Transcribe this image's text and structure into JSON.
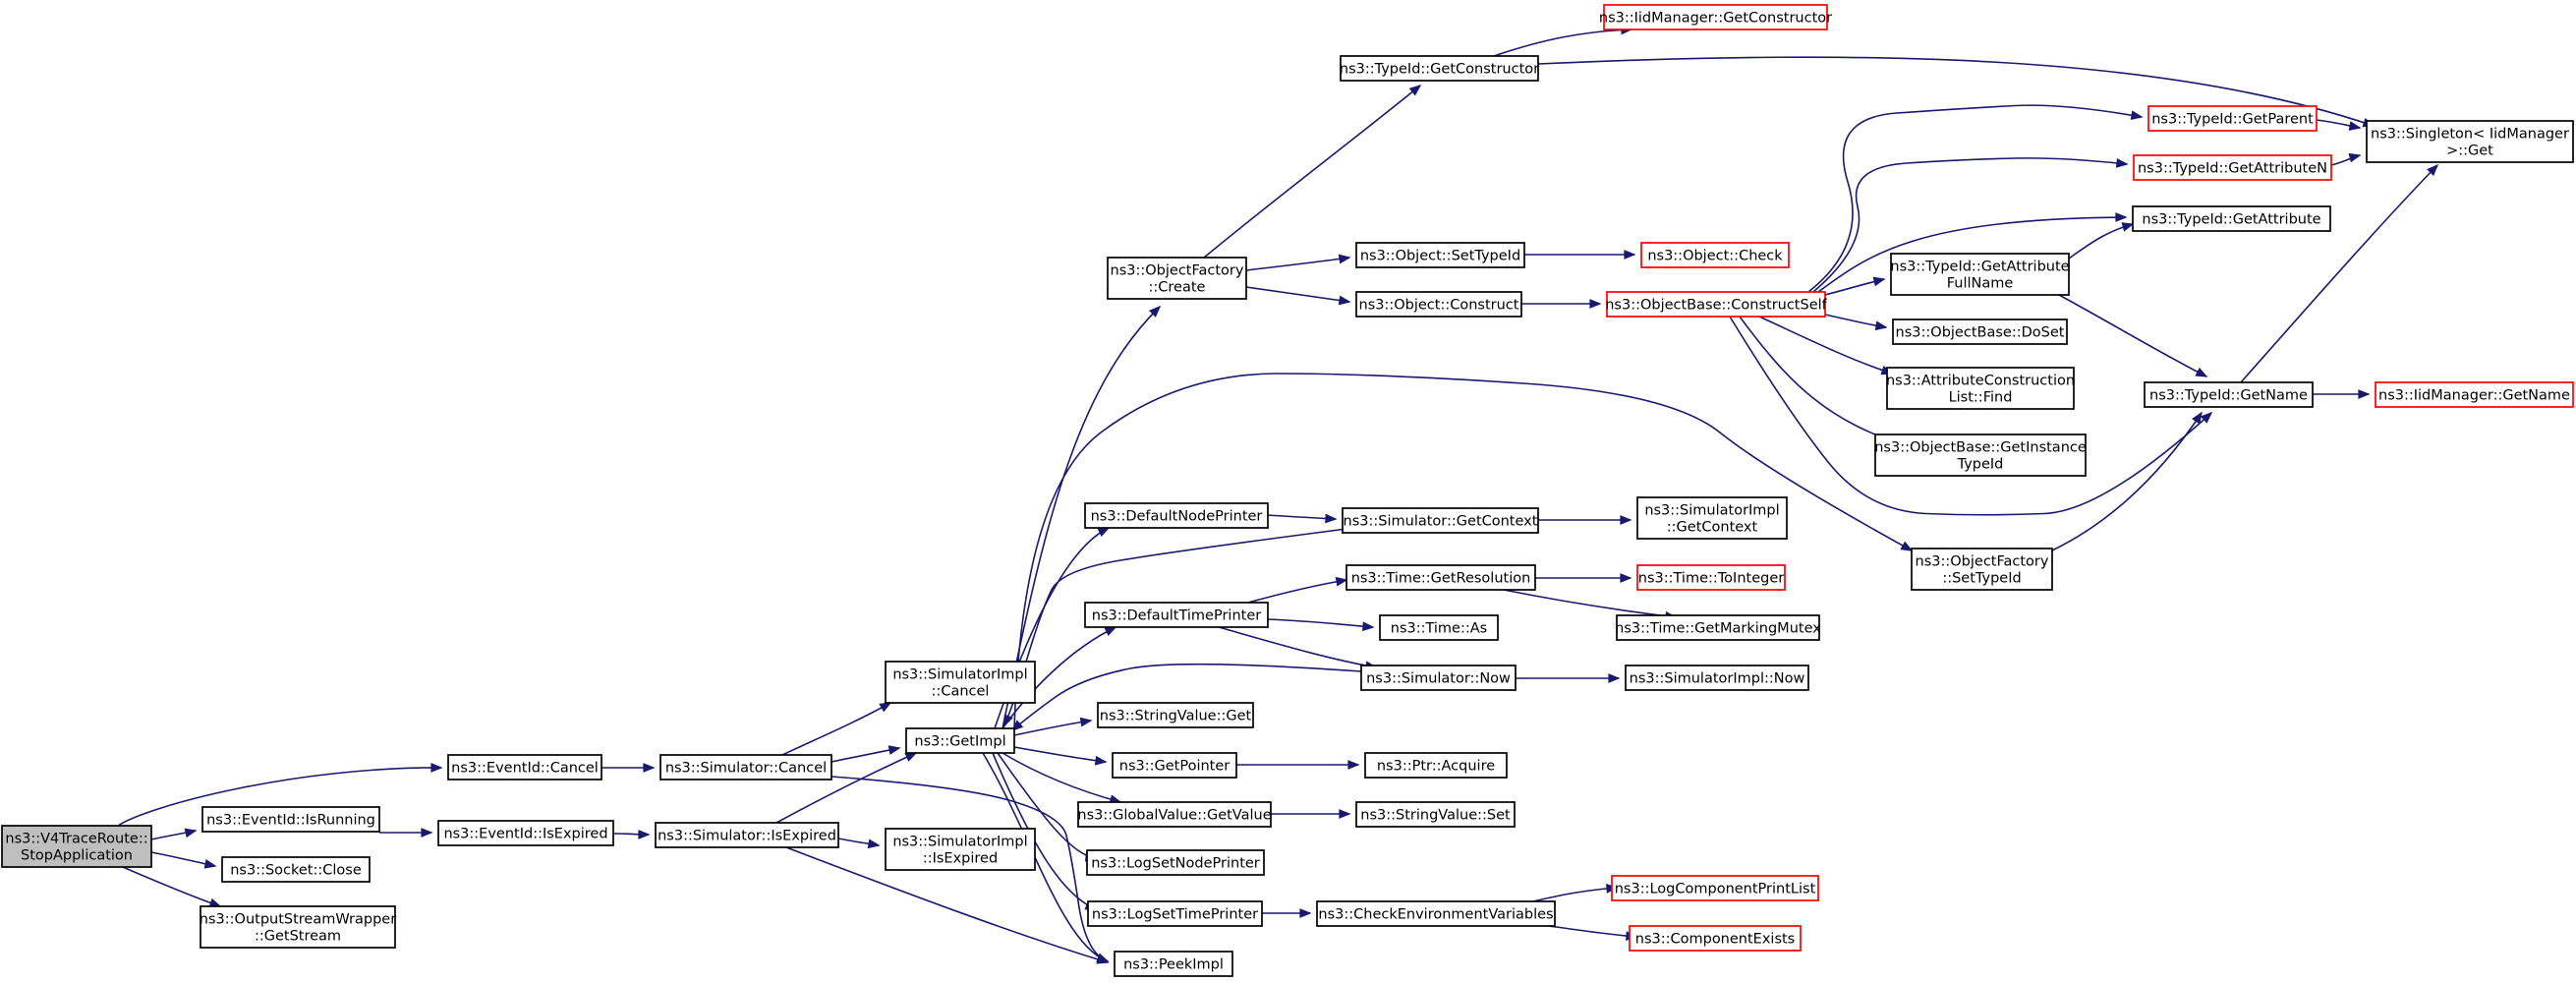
{
  "diagram": {
    "nodes": [
      {
        "id": "root",
        "lines": [
          "ns3::V4TraceRoute::",
          "StopApplication"
        ],
        "style": "root"
      },
      {
        "id": "eventid_cancel",
        "lines": [
          "ns3::EventId::Cancel"
        ],
        "style": "normal"
      },
      {
        "id": "eventid_isrunning",
        "lines": [
          "ns3::EventId::IsRunning"
        ],
        "style": "normal"
      },
      {
        "id": "socket_close",
        "lines": [
          "ns3::Socket::Close"
        ],
        "style": "normal"
      },
      {
        "id": "osw_getstream",
        "lines": [
          "ns3::OutputStreamWrapper",
          "::GetStream"
        ],
        "style": "normal"
      },
      {
        "id": "sim_cancel",
        "lines": [
          "ns3::Simulator::Cancel"
        ],
        "style": "normal"
      },
      {
        "id": "eventid_isexpired",
        "lines": [
          "ns3::EventId::IsExpired"
        ],
        "style": "normal"
      },
      {
        "id": "sim_isexpired",
        "lines": [
          "ns3::Simulator::IsExpired"
        ],
        "style": "normal"
      },
      {
        "id": "simimpl_cancel",
        "lines": [
          "ns3::SimulatorImpl",
          "::Cancel"
        ],
        "style": "normal"
      },
      {
        "id": "getimpl",
        "lines": [
          "ns3::GetImpl"
        ],
        "style": "normal"
      },
      {
        "id": "simimpl_isexpired",
        "lines": [
          "ns3::SimulatorImpl",
          "::IsExpired"
        ],
        "style": "normal"
      },
      {
        "id": "peekimpl",
        "lines": [
          "ns3::PeekImpl"
        ],
        "style": "normal"
      },
      {
        "id": "of_create",
        "lines": [
          "ns3::ObjectFactory",
          "::Create"
        ],
        "style": "normal"
      },
      {
        "id": "defaultnodeprinter",
        "lines": [
          "ns3::DefaultNodePrinter"
        ],
        "style": "normal"
      },
      {
        "id": "defaulttimeprinter",
        "lines": [
          "ns3::DefaultTimePrinter"
        ],
        "style": "normal"
      },
      {
        "id": "stringvalue_get",
        "lines": [
          "ns3::StringValue::Get"
        ],
        "style": "normal"
      },
      {
        "id": "getpointer",
        "lines": [
          "ns3::GetPointer"
        ],
        "style": "normal"
      },
      {
        "id": "globalvalue_getvalue",
        "lines": [
          "ns3::GlobalValue::GetValue"
        ],
        "style": "normal"
      },
      {
        "id": "logsetnodeprinter",
        "lines": [
          "ns3::LogSetNodePrinter"
        ],
        "style": "normal"
      },
      {
        "id": "logsettimeprinter",
        "lines": [
          "ns3::LogSetTimePrinter"
        ],
        "style": "normal"
      },
      {
        "id": "typeid_getconstructor",
        "lines": [
          "ns3::TypeId::GetConstructor"
        ],
        "style": "normal"
      },
      {
        "id": "object_settypeid",
        "lines": [
          "ns3::Object::SetTypeId"
        ],
        "style": "normal"
      },
      {
        "id": "object_construct",
        "lines": [
          "ns3::Object::Construct"
        ],
        "style": "normal"
      },
      {
        "id": "sim_getcontext",
        "lines": [
          "ns3::Simulator::GetContext"
        ],
        "style": "normal"
      },
      {
        "id": "time_getresolution",
        "lines": [
          "ns3::Time::GetResolution"
        ],
        "style": "normal"
      },
      {
        "id": "time_as",
        "lines": [
          "ns3::Time::As"
        ],
        "style": "normal"
      },
      {
        "id": "sim_now",
        "lines": [
          "ns3::Simulator::Now"
        ],
        "style": "normal"
      },
      {
        "id": "ptr_acquire",
        "lines": [
          "ns3::Ptr::Acquire"
        ],
        "style": "normal"
      },
      {
        "id": "stringvalue_set",
        "lines": [
          "ns3::StringValue::Set"
        ],
        "style": "normal"
      },
      {
        "id": "checkenvvars",
        "lines": [
          "ns3::CheckEnvironmentVariables"
        ],
        "style": "normal"
      },
      {
        "id": "iidmanager_getconstructor",
        "lines": [
          "ns3::IidManager::GetConstructor"
        ],
        "style": "red"
      },
      {
        "id": "object_check",
        "lines": [
          "ns3::Object::Check"
        ],
        "style": "red"
      },
      {
        "id": "objectbase_constructself",
        "lines": [
          "ns3::ObjectBase::ConstructSelf"
        ],
        "style": "red"
      },
      {
        "id": "simimpl_getcontext",
        "lines": [
          "ns3::SimulatorImpl",
          "::GetContext"
        ],
        "style": "normal"
      },
      {
        "id": "time_tointeger",
        "lines": [
          "ns3::Time::ToInteger"
        ],
        "style": "red"
      },
      {
        "id": "time_getmarkingmutex",
        "lines": [
          "ns3::Time::GetMarkingMutex"
        ],
        "style": "normal"
      },
      {
        "id": "simimpl_now",
        "lines": [
          "ns3::SimulatorImpl::Now"
        ],
        "style": "normal"
      },
      {
        "id": "logcomponentprintlist",
        "lines": [
          "ns3::LogComponentPrintList"
        ],
        "style": "red"
      },
      {
        "id": "componentexists",
        "lines": [
          "ns3::ComponentExists"
        ],
        "style": "red"
      },
      {
        "id": "typeid_getparent",
        "lines": [
          "ns3::TypeId::GetParent"
        ],
        "style": "red"
      },
      {
        "id": "typeid_getattributen",
        "lines": [
          "ns3::TypeId::GetAttributeN"
        ],
        "style": "red"
      },
      {
        "id": "typeid_getattributefullname",
        "lines": [
          "ns3::TypeId::GetAttribute",
          "FullName"
        ],
        "style": "normal"
      },
      {
        "id": "objectbase_doset",
        "lines": [
          "ns3::ObjectBase::DoSet"
        ],
        "style": "normal"
      },
      {
        "id": "attrconstructionlist_find",
        "lines": [
          "ns3::AttributeConstruction",
          "List::Find"
        ],
        "style": "normal"
      },
      {
        "id": "objectbase_getinstancetypeid",
        "lines": [
          "ns3::ObjectBase::GetInstance",
          "TypeId"
        ],
        "style": "normal"
      },
      {
        "id": "of_settypeid",
        "lines": [
          "ns3::ObjectFactory",
          "::SetTypeId"
        ],
        "style": "normal"
      },
      {
        "id": "singleton_get",
        "lines": [
          "ns3::Singleton< IidManager",
          " >::Get"
        ],
        "style": "normal"
      },
      {
        "id": "typeid_getattribute",
        "lines": [
          "ns3::TypeId::GetAttribute"
        ],
        "style": "normal"
      },
      {
        "id": "typeid_getname",
        "lines": [
          "ns3::TypeId::GetName"
        ],
        "style": "normal"
      },
      {
        "id": "iidmanager_getname",
        "lines": [
          "ns3::IidManager::GetName"
        ],
        "style": "red"
      }
    ],
    "edges": [
      [
        "root",
        "eventid_cancel"
      ],
      [
        "root",
        "eventid_isrunning"
      ],
      [
        "root",
        "socket_close"
      ],
      [
        "root",
        "osw_getstream"
      ],
      [
        "eventid_cancel",
        "sim_cancel"
      ],
      [
        "eventid_isrunning",
        "eventid_isexpired"
      ],
      [
        "eventid_isexpired",
        "sim_isexpired"
      ],
      [
        "sim_cancel",
        "simimpl_cancel"
      ],
      [
        "sim_cancel",
        "getimpl"
      ],
      [
        "sim_cancel",
        "peekimpl"
      ],
      [
        "sim_isexpired",
        "getimpl"
      ],
      [
        "sim_isexpired",
        "simimpl_isexpired"
      ],
      [
        "sim_isexpired",
        "peekimpl"
      ],
      [
        "getimpl",
        "of_create"
      ],
      [
        "getimpl",
        "defaultnodeprinter"
      ],
      [
        "getimpl",
        "defaulttimeprinter"
      ],
      [
        "getimpl",
        "stringvalue_get"
      ],
      [
        "getimpl",
        "getpointer"
      ],
      [
        "getimpl",
        "globalvalue_getvalue"
      ],
      [
        "getimpl",
        "logsetnodeprinter"
      ],
      [
        "getimpl",
        "logsettimeprinter"
      ],
      [
        "getimpl",
        "peekimpl"
      ],
      [
        "getimpl",
        "of_settypeid"
      ],
      [
        "of_create",
        "typeid_getconstructor"
      ],
      [
        "of_create",
        "object_settypeid"
      ],
      [
        "of_create",
        "object_construct"
      ],
      [
        "typeid_getconstructor",
        "iidmanager_getconstructor"
      ],
      [
        "typeid_getconstructor",
        "singleton_get"
      ],
      [
        "object_settypeid",
        "object_check"
      ],
      [
        "object_construct",
        "objectbase_constructself"
      ],
      [
        "objectbase_constructself",
        "typeid_getparent"
      ],
      [
        "objectbase_constructself",
        "typeid_getattributen"
      ],
      [
        "objectbase_constructself",
        "typeid_getattribute"
      ],
      [
        "objectbase_constructself",
        "typeid_getattributefullname"
      ],
      [
        "objectbase_constructself",
        "objectbase_doset"
      ],
      [
        "objectbase_constructself",
        "attrconstructionlist_find"
      ],
      [
        "objectbase_constructself",
        "objectbase_getinstancetypeid"
      ],
      [
        "objectbase_constructself",
        "typeid_getname"
      ],
      [
        "typeid_getparent",
        "singleton_get"
      ],
      [
        "typeid_getattributen",
        "singleton_get"
      ],
      [
        "typeid_getattributefullname",
        "typeid_getattribute"
      ],
      [
        "typeid_getattributefullname",
        "typeid_getname"
      ],
      [
        "typeid_getname",
        "singleton_get"
      ],
      [
        "typeid_getname",
        "iidmanager_getname"
      ],
      [
        "of_settypeid",
        "typeid_getname"
      ],
      [
        "defaultnodeprinter",
        "sim_getcontext"
      ],
      [
        "sim_getcontext",
        "getimpl"
      ],
      [
        "sim_getcontext",
        "simimpl_getcontext"
      ],
      [
        "defaulttimeprinter",
        "time_getresolution"
      ],
      [
        "defaulttimeprinter",
        "time_as"
      ],
      [
        "defaulttimeprinter",
        "sim_now"
      ],
      [
        "time_getresolution",
        "time_tointeger"
      ],
      [
        "time_getresolution",
        "time_getmarkingmutex"
      ],
      [
        "sim_now",
        "getimpl"
      ],
      [
        "sim_now",
        "simimpl_now"
      ],
      [
        "getpointer",
        "ptr_acquire"
      ],
      [
        "globalvalue_getvalue",
        "stringvalue_set"
      ],
      [
        "logsettimeprinter",
        "checkenvvars"
      ],
      [
        "checkenvvars",
        "logcomponentprintlist"
      ],
      [
        "checkenvvars",
        "componentexists"
      ]
    ]
  }
}
